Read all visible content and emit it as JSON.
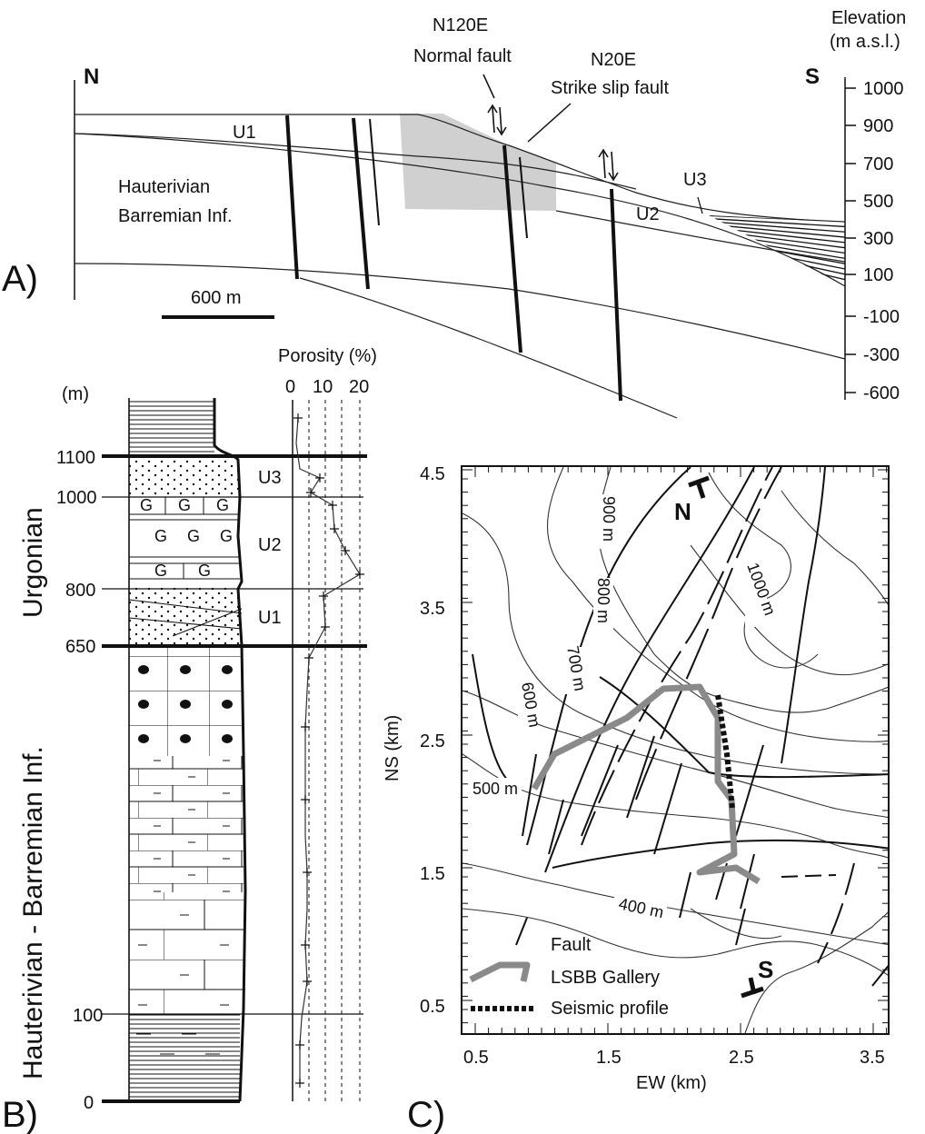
{
  "panelA": {
    "label": "A)",
    "north": "N",
    "south": "S",
    "elev_title1": "Elevation",
    "elev_title2": "(m a.s.l.)",
    "elev_ticks": [
      "1000",
      "900",
      "700",
      "500",
      "300",
      "100",
      "-100",
      "-300",
      "-600"
    ],
    "fault1_line1": "N120E",
    "fault1_line2": "Normal fault",
    "fault2_line1": "N20E",
    "fault2_line2": "Strike slip fault",
    "unit_u1": "U1",
    "unit_u2": "U2",
    "unit_u3": "U3",
    "formation_line1": "Hauterivian",
    "formation_line2": "Barremian Inf.",
    "scale_label": "600 m"
  },
  "panelB": {
    "label": "B)",
    "depth_unit": "(m)",
    "depth_ticks": [
      "1100",
      "1000",
      "800",
      "650",
      "100",
      "0"
    ],
    "urgonian": "Urgonian",
    "hauterivian": "Hauterivian - Barremian Inf.",
    "units": [
      "U3",
      "U2",
      "U1"
    ],
    "porosity_title": "Porosity (%)",
    "porosity_ticks": [
      "0",
      "10",
      "20"
    ],
    "fossil_glyph": "G"
  },
  "panelC": {
    "label": "C)",
    "xlabel": "EW (km)",
    "ylabel": "NS (km)",
    "x_ticks": [
      "0.5",
      "1.5",
      "2.5",
      "3.5"
    ],
    "y_ticks": [
      "4.5",
      "3.5",
      "2.5",
      "1.5",
      "0.5"
    ],
    "contours": [
      "900 m",
      "800 m",
      "1000 m",
      "700 m",
      "600 m",
      "500 m",
      "400 m"
    ],
    "north": "N",
    "south": "S",
    "legend_fault": "Fault",
    "legend_gallery": "LSBB Gallery",
    "legend_seismic": "Seismic profile"
  }
}
